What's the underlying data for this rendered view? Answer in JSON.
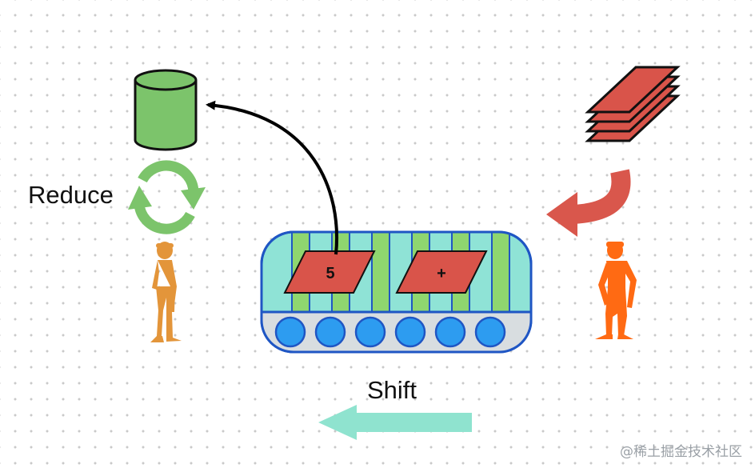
{
  "labels": {
    "reduce": "Reduce",
    "shift": "Shift"
  },
  "tokens": {
    "number": "5",
    "operator": "+"
  },
  "watermark": "@稀土掘金技术社区",
  "colors": {
    "stack_green": "#7cc46b",
    "cycle_green": "#7cc46b",
    "token_red": "#d9544a",
    "paper_red": "#d9544a",
    "curved_arrow_red": "#d9574c",
    "worker_left": "#e3953a",
    "worker_right": "#ff6a13",
    "belt_teal": "#8fe3d6",
    "belt_stripe_green": "#8fd66f",
    "belt_border": "#1f56c4",
    "roller_blue": "#2d9cf0",
    "shift_arrow": "#8fe3cf"
  },
  "icons": {
    "stack": "cylinder-stack-icon",
    "reduce_cycle": "cycle-arrows-icon",
    "input_papers": "paper-stack-icon",
    "input_arrow": "curved-arrow-icon",
    "left_worker": "worker-icon",
    "right_worker": "worker-icon",
    "conveyor": "conveyor-belt-icon",
    "shift_arrow": "left-arrow-icon"
  }
}
